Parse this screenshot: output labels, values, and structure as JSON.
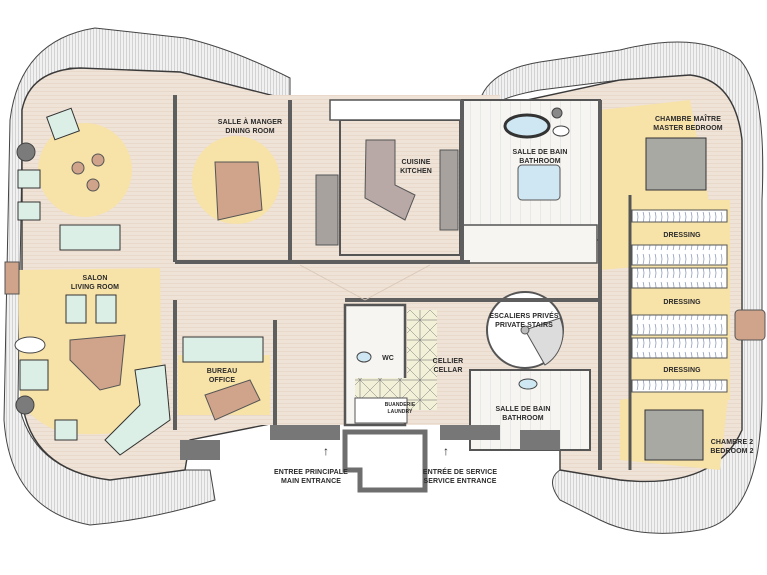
{
  "title": "Floor plan — duplex apartment",
  "colors": {
    "floor_wood": "#efe2d6",
    "rug_yellow": "#f7e2a8",
    "wall_gray": "#6e6e6e",
    "wall_dark": "#555555",
    "terrace_hatch": "#d8d8d8",
    "sofa_mint": "#dcefe6",
    "table_wood": "#cfa48a",
    "bath_blue": "#cfe7f3",
    "bed_gray": "#a9a9a4",
    "tile_white": "#f4f3ef"
  },
  "rooms": {
    "dining": {
      "fr": "SALLE À MANGER",
      "en": "DINING ROOM"
    },
    "kitchen": {
      "fr": "CUISINE",
      "en": "KITCHEN"
    },
    "bath1": {
      "fr": "SALLE DE BAIN",
      "en": "BATHROOM"
    },
    "master": {
      "fr": "CHAMBRE MAÎTRE",
      "en": "MASTER BEDROOM"
    },
    "living": {
      "fr": "SALON",
      "en": "LIVING ROOM"
    },
    "office": {
      "fr": "BUREAU",
      "en": "OFFICE"
    },
    "wc": {
      "label": "WC"
    },
    "laundry": {
      "fr": "BUANDERIE",
      "en": "LAUNDRY"
    },
    "cellar": {
      "fr": "CELLIER",
      "en": "CELLAR"
    },
    "stairs": {
      "fr": "ESCALIERS PRIVÉS",
      "en": "PRIVATE STAIRS"
    },
    "bath2": {
      "fr": "SALLE DE BAIN",
      "en": "BATHROOM"
    },
    "dressing1": {
      "label": "DRESSING"
    },
    "dressing2": {
      "label": "DRESSING"
    },
    "dressing3": {
      "label": "DRESSING"
    },
    "bedroom2": {
      "fr": "CHAMBRE 2",
      "en": "BEDROOM 2"
    }
  },
  "entrances": {
    "main": {
      "fr": "ENTREE PRINCIPALE",
      "en": "MAIN ENTRANCE",
      "arrow": "↑"
    },
    "service": {
      "fr": "ENTRÉE DE SERVICE",
      "en": "SERVICE ENTRANCE",
      "arrow": "↑"
    }
  }
}
